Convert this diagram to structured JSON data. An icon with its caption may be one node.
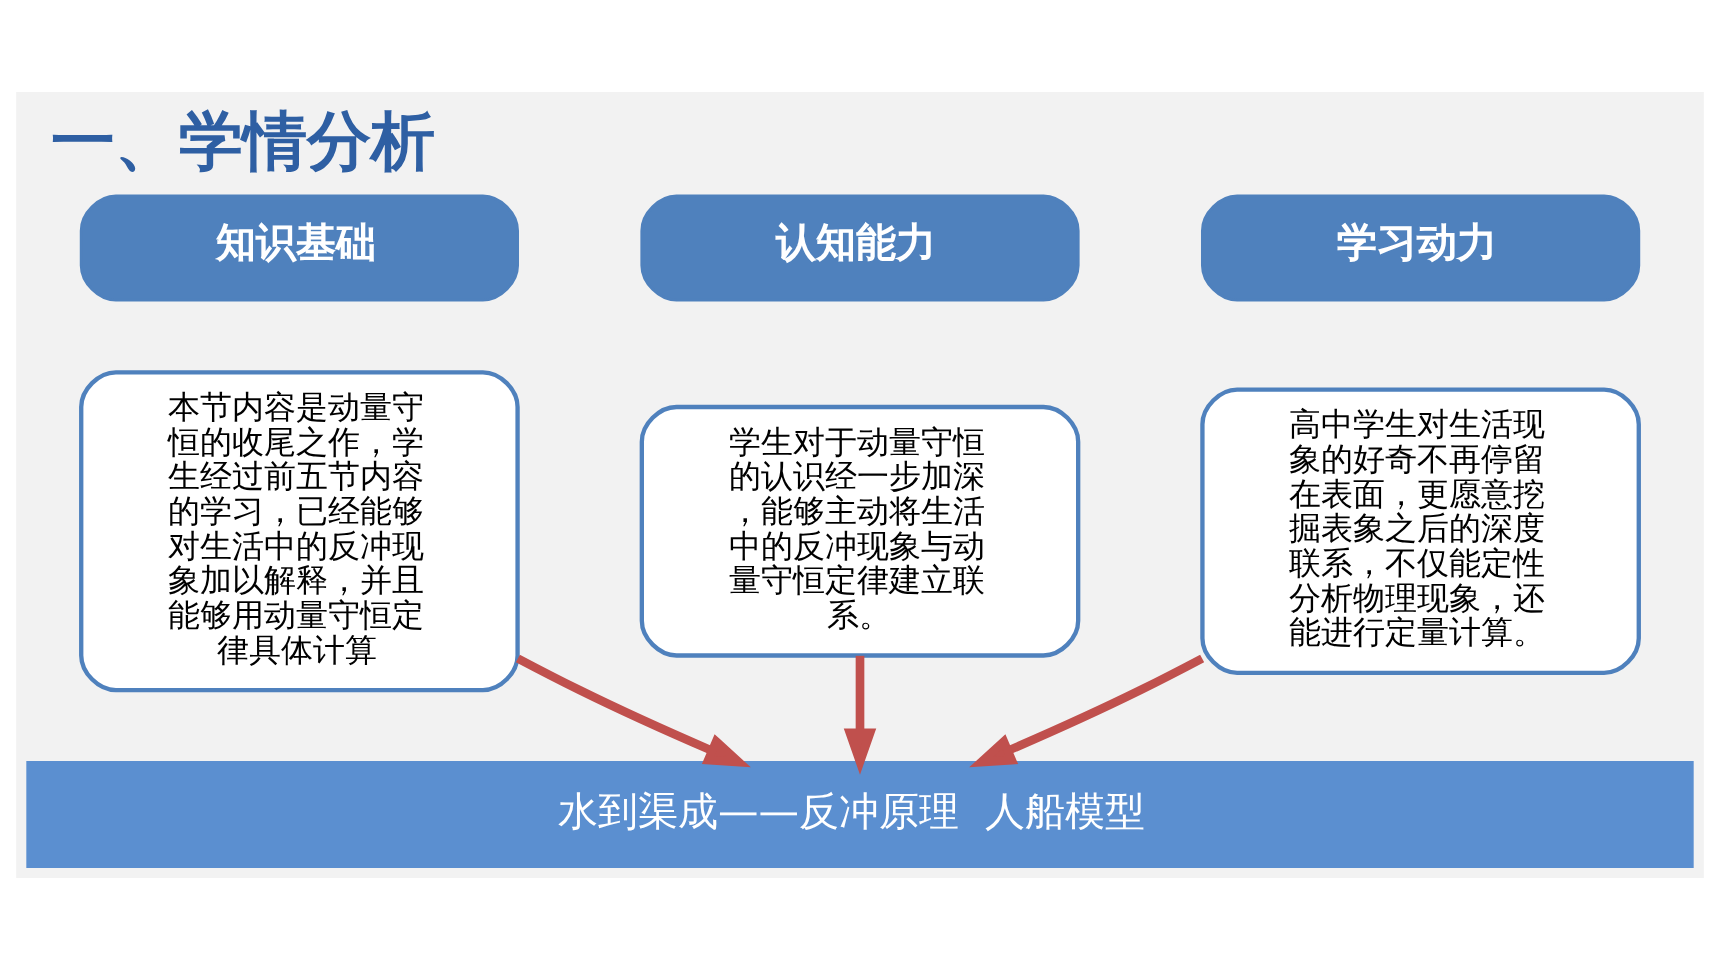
{
  "diagram": {
    "title": "一、学情分析",
    "nodes": [
      {
        "text": [
          "知识基础"
        ]
      },
      {
        "text": [
          "本节内容是动量守恒的收尾之作，学生经过前五节内容的学习，已经能够对生活中的反冲现象加以解释，并且能够用动量守恒定律具体计算"
        ]
      },
      {
        "text": [
          "认知能力"
        ]
      },
      {
        "text": [
          "学生对于动量守恒的认识经一步加深，能够主动将生活中的反冲现象与动量守恒定律建立联系。"
        ]
      },
      {
        "text": [
          "学习动力"
        ]
      },
      {
        "text": [
          "高中学生对生活现象的好奇不再停留在表面，更愿意挖掘表象之后的深度联系，不仅能定性分析物理现象，还能进行定量计算。"
        ]
      },
      {
        "text": [
          "水到渠成——反冲原理  人船模型"
        ]
      }
    ],
    "edges": [
      {
        "from": 1,
        "to": 6,
        "arrow": "to"
      },
      {
        "from": 3,
        "to": 6,
        "arrow": "to"
      },
      {
        "from": 5,
        "to": 6,
        "arrow": "to"
      }
    ]
  }
}
